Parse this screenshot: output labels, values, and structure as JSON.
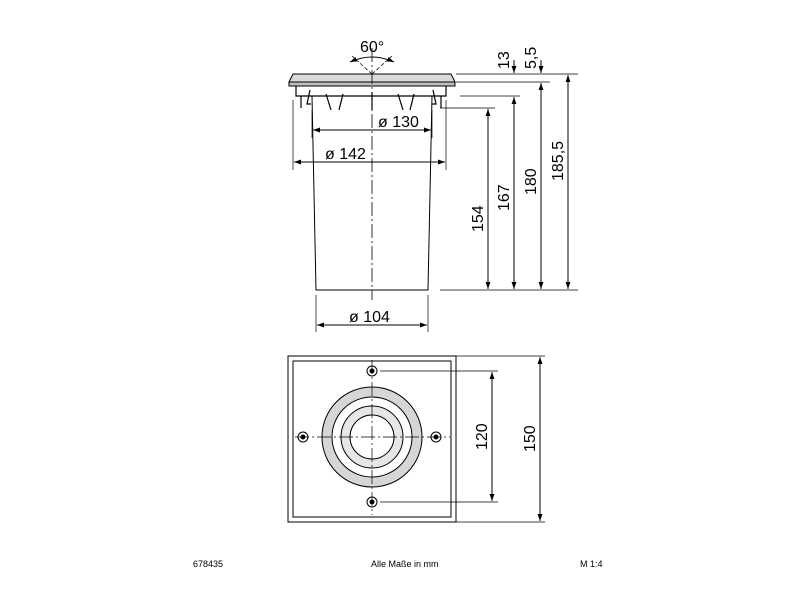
{
  "dimensions": {
    "angle": "60°",
    "d130": "ø 130",
    "d142": "ø 142",
    "d104": "ø 104",
    "h13": "13",
    "h5_5": "5,5",
    "h154": "154",
    "h167": "167",
    "h180": "180",
    "h185_5": "185,5",
    "s120": "120",
    "s150": "150"
  },
  "footer": {
    "article_number": "678435",
    "units_note": "Alle Maße in mm",
    "scale": "M 1:4"
  }
}
